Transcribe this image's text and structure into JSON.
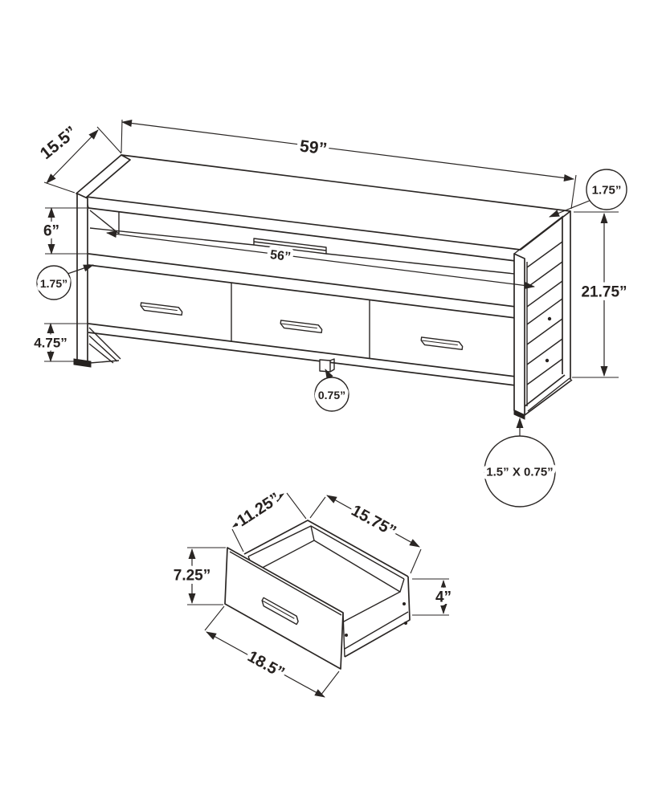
{
  "diagram": {
    "tv_stand": {
      "width": "59”",
      "depth": "15.5”",
      "top_thickness": "1.75”",
      "open_shelf_height": "6”",
      "inner_width": "56”",
      "shelf_thickness": "1.75”",
      "height": "21.75”",
      "leg_clearance": "4.75”",
      "foot_size": "0.75”",
      "frame_tube_size": "1.5” X 0.75”"
    },
    "drawer": {
      "inner_depth": "11.25”",
      "inner_width": "15.75”",
      "front_height": "7.25”",
      "side_height": "4”",
      "front_width": "18.5”"
    }
  }
}
